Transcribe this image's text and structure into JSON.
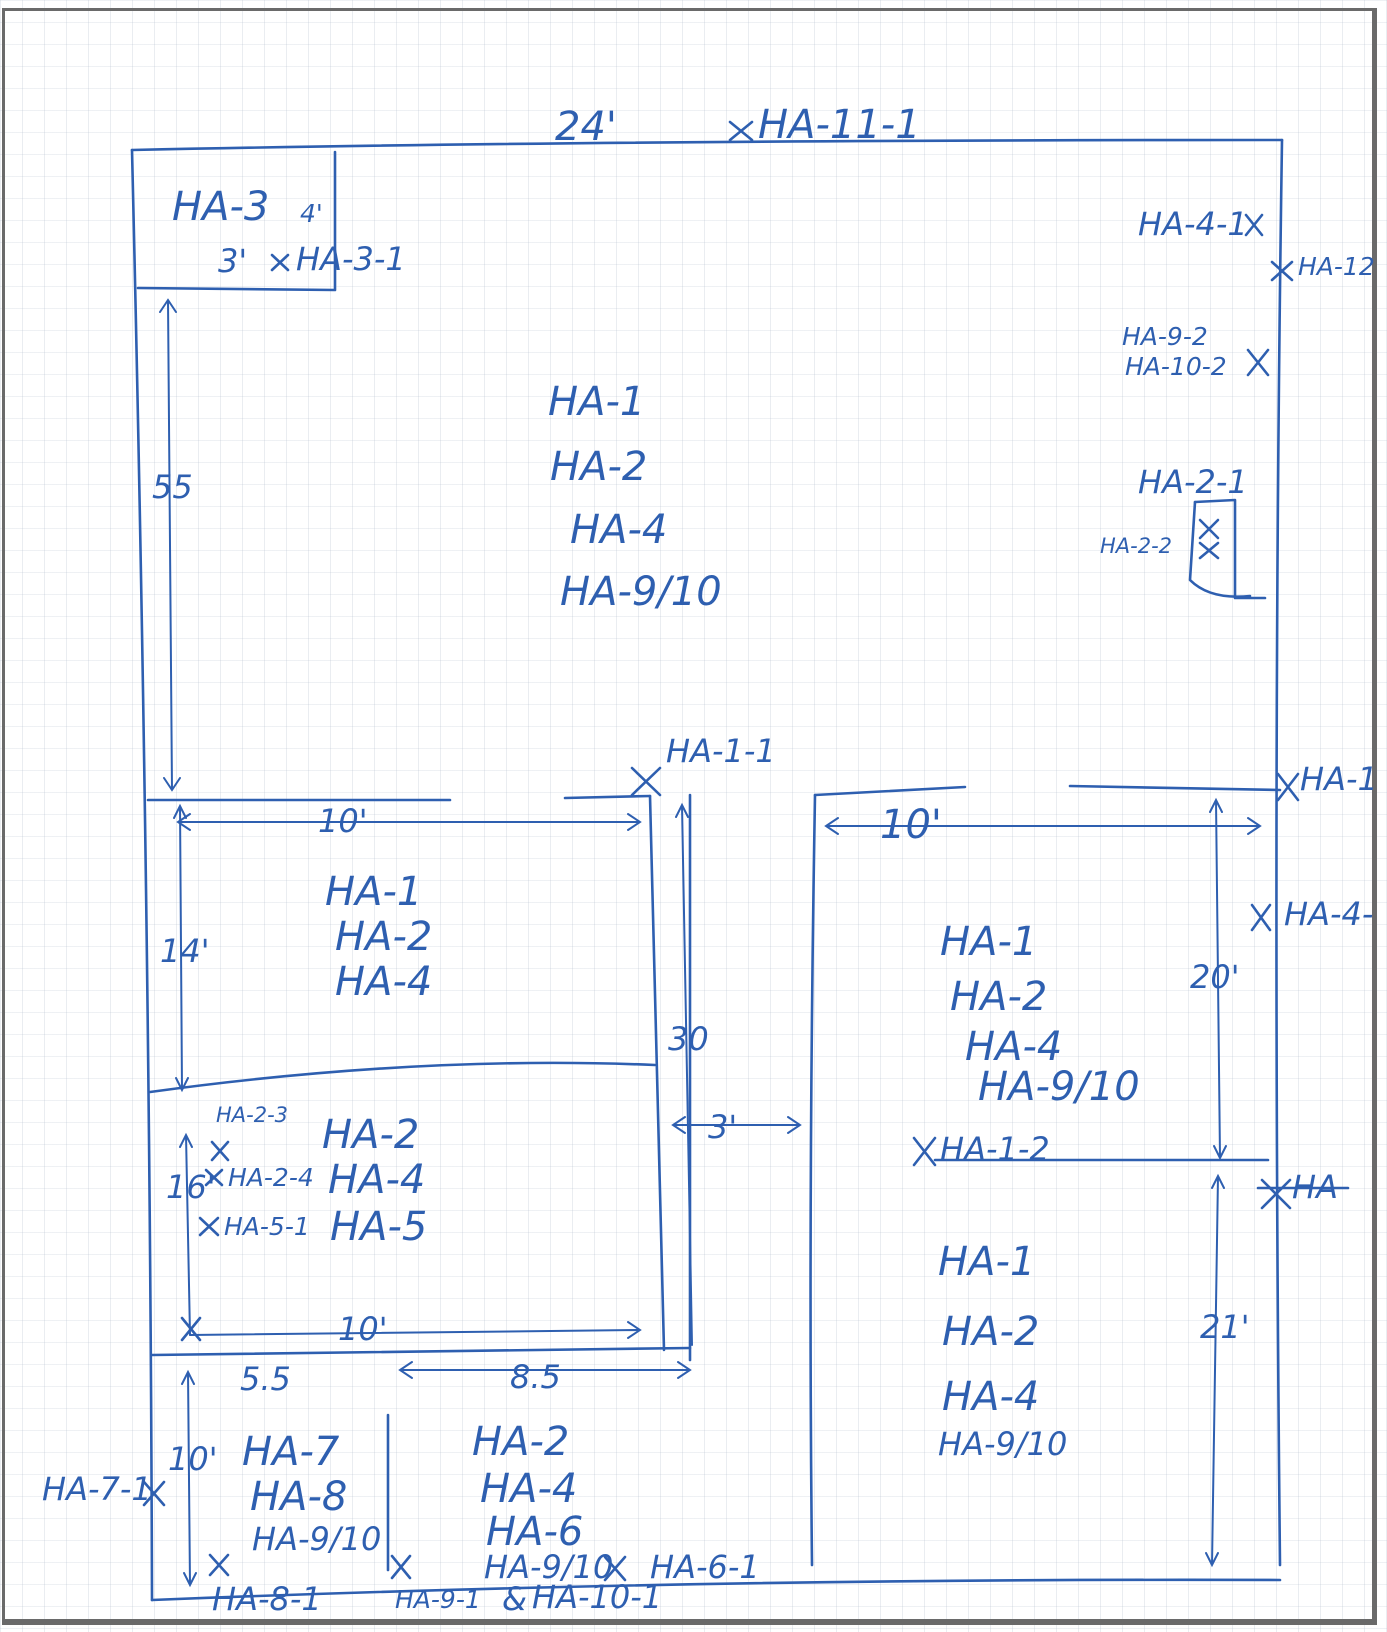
{
  "colors": {
    "ink": "#2e5fb0",
    "paper": "#ffffff",
    "frame": "#6a6a6a"
  },
  "marker_icon": "x-mark",
  "dimensions": {
    "top_width": "24'",
    "closet_w": "4'",
    "closet_h": "3'",
    "room1_height": "55",
    "room2_width": "10'",
    "room2_height": "14'",
    "room3_height": "16'",
    "room3_width": "10'",
    "hall_height": "30",
    "hall_width": "3'",
    "right_width": "10'",
    "right_upper_height": "20'",
    "right_lower_height": "21'",
    "bottom_left_width": "5.5",
    "bottom_mid_width": "8.5",
    "bottom_left_height": "10'"
  },
  "areas": {
    "closet": [
      "HA-3"
    ],
    "room1": [
      "HA-1",
      "HA-2",
      "HA-4",
      "HA-9/10"
    ],
    "room2": [
      "HA-1",
      "HA-2",
      "HA-4"
    ],
    "room3": [
      "HA-2",
      "HA-4",
      "HA-5"
    ],
    "right_upper": [
      "HA-1",
      "HA-2",
      "HA-4",
      "HA-9/10"
    ],
    "right_lower": [
      "HA-1",
      "HA-2",
      "HA-4",
      "HA-9/10"
    ],
    "bottom_left": [
      "HA-7",
      "HA-8",
      "HA-9/10"
    ],
    "bottom_mid": [
      "HA-2",
      "HA-4",
      "HA-6",
      "HA-9/10"
    ]
  },
  "samples": {
    "top": "HA-11-1",
    "closet": "HA-3-1",
    "right_4": "HA-4-1",
    "right_12": "HA-12",
    "right_9_2": "HA-9-2",
    "right_10_2": "HA-10-2",
    "right_2_1": "HA-2-1",
    "right_2_2": "HA-2-2",
    "mid_1_1": "HA-1-1",
    "edge_hai": "HA-1",
    "right_4_edge": "HA-4-",
    "right_1_2": "HA-1-2",
    "struck": "HA",
    "room3_2_3": "HA-2-3",
    "room3_2_4": "HA-2-4",
    "room3_5_1": "HA-5-1",
    "left_7_1": "HA-7-1",
    "bottom_8_1": "HA-8-1",
    "bottom_9_1": "HA-9-1",
    "bottom_10_1": "HA-10-1",
    "bottom_6_1": "HA-6-1",
    "bottom_joiner": "&"
  }
}
